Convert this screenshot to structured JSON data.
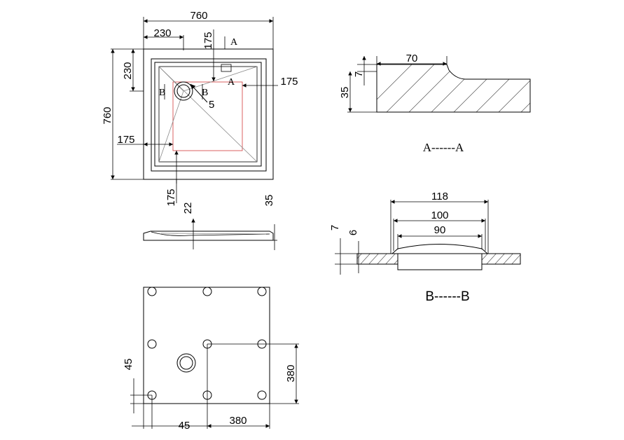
{
  "top_view": {
    "width": "760",
    "inner_offset_x": "230",
    "inner_offset_y_top": "175",
    "section_label_a": "A",
    "section_label_a2": "A",
    "right_offset": "175",
    "height": "760",
    "inner_offset_left": "230",
    "drain_offset_x": "175",
    "drain_offset_y": "175",
    "slope": "5",
    "section_label_b_left": "B",
    "section_label_b_right": "B"
  },
  "side_view": {
    "depth": "22",
    "height": "35"
  },
  "section_a": {
    "title": "A------A",
    "width": "70",
    "lip": "7",
    "height": "35"
  },
  "section_b": {
    "title": "B------B",
    "outer": "118",
    "mid": "100",
    "inner": "90",
    "flange": "7",
    "rim": "6"
  },
  "bottom_view": {
    "foot_offset_y": "45",
    "foot_offset_x": "45",
    "grid_x": "380",
    "grid_y": "380"
  }
}
